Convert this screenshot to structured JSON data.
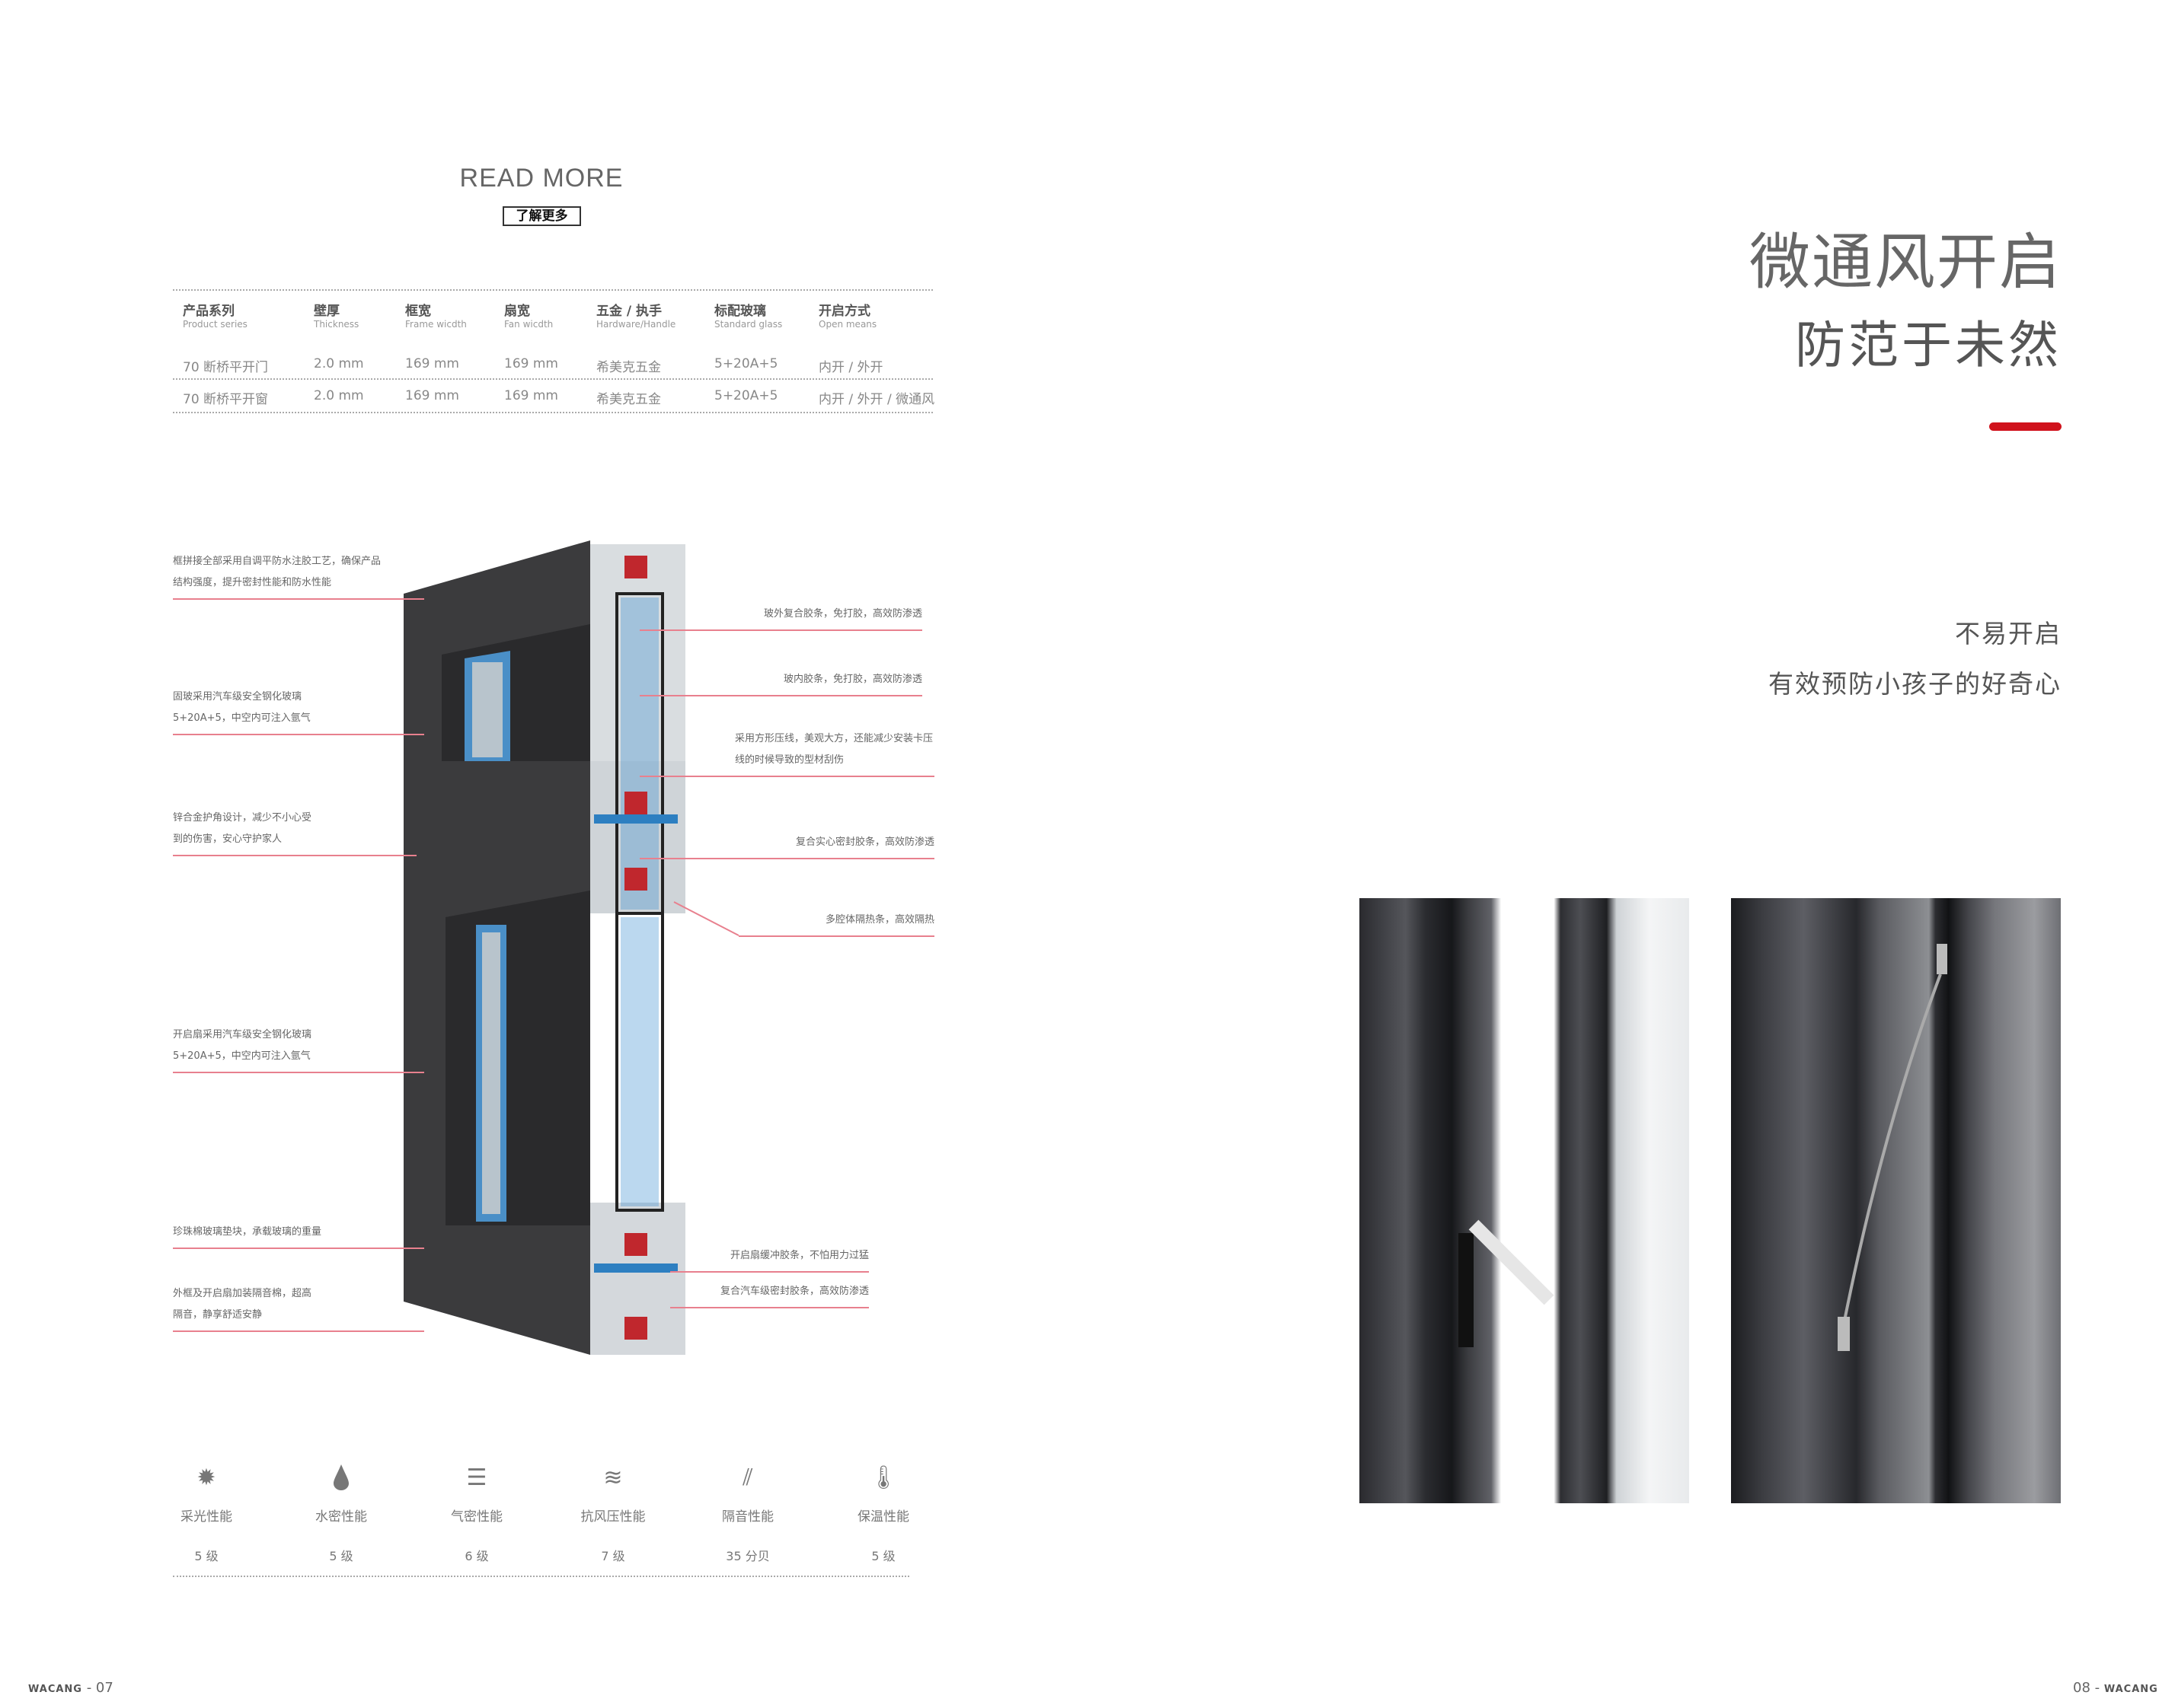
{
  "left_page": {
    "read_more": "READ MORE",
    "learn_more_button": "了解更多",
    "spec_table": {
      "headers": [
        {
          "cn": "产品系列",
          "en": "Product series"
        },
        {
          "cn": "壁厚",
          "en": "Thickness"
        },
        {
          "cn": "框宽",
          "en": "Frame wicdth"
        },
        {
          "cn": "扇宽",
          "en": "Fan wicdth"
        },
        {
          "cn": "五金 / 执手",
          "en": "Hardware/Handle"
        },
        {
          "cn": "标配玻璃",
          "en": "Standard glass"
        },
        {
          "cn": "开启方式",
          "en": "Open means"
        }
      ],
      "rows": [
        [
          "70 断桥平开门",
          "2.0 mm",
          "169 mm",
          "169 mm",
          "希美克五金",
          "5+20A+5",
          "内开 / 外开"
        ],
        [
          "70 断桥平开窗",
          "2.0 mm",
          "169 mm",
          "169 mm",
          "希美克五金",
          "5+20A+5",
          "内开 / 外开 / 微通风"
        ]
      ]
    },
    "annotations_left": [
      {
        "l1": "框拼接全部采用自调平防水注胶工艺，确保产品",
        "l2": "结构强度，提升密封性能和防水性能"
      },
      {
        "l1": "固玻采用汽车级安全钢化玻璃",
        "l2": "5+20A+5，中空内可注入氩气"
      },
      {
        "l1": "锌合金护角设计，减少不小心受",
        "l2": "到的伤害，安心守护家人"
      },
      {
        "l1": "开启扇采用汽车级安全钢化玻璃",
        "l2": "5+20A+5，中空内可注入氩气"
      },
      {
        "l1": "珍珠棉玻璃垫块，承载玻璃的重量",
        "l2": ""
      },
      {
        "l1": "外框及开启扇加装隔音棉，超高",
        "l2": "隔音，静享舒适安静"
      }
    ],
    "annotations_right": [
      {
        "l1": "玻外复合胶条，免打胶，高效防渗透",
        "l2": ""
      },
      {
        "l1": "玻内胶条，免打胶，高效防渗透",
        "l2": ""
      },
      {
        "l1": "采用方形压线，美观大方，还能减少安装卡压",
        "l2": "线的时候导致的型材刮伤"
      },
      {
        "l1": "复合实心密封胶条，高效防渗透",
        "l2": ""
      },
      {
        "l1": "多腔体隔热条，高效隔热",
        "l2": ""
      },
      {
        "l1": "开启扇缓冲胶条，不怕用力过猛",
        "l2": ""
      },
      {
        "l1": "复合汽车级密封胶条，高效防渗透",
        "l2": ""
      }
    ],
    "performance": [
      {
        "icon": "sun-icon",
        "label": "采光性能",
        "value": "5 级"
      },
      {
        "icon": "water-drop-icon",
        "label": "水密性能",
        "value": "5 级"
      },
      {
        "icon": "air-lines-icon",
        "label": "气密性能",
        "value": "6 级"
      },
      {
        "icon": "wind-icon",
        "label": "抗风压性能",
        "value": "7 级"
      },
      {
        "icon": "sound-mute-icon",
        "label": "隔音性能",
        "value": "35 分贝"
      },
      {
        "icon": "thermometer-icon",
        "label": "保温性能",
        "value": "5 级"
      }
    ],
    "footer": {
      "brand": "WACANG",
      "page": "- 07"
    }
  },
  "right_page": {
    "title_1": "微通风开启",
    "title_2": "防范于未然",
    "subtitle_1": "不易开启",
    "subtitle_2": "有效预防小孩子的好奇心",
    "footer": {
      "page": "08 -",
      "brand": "WACANG"
    }
  },
  "colors": {
    "accent": "#d0121c",
    "leader_line": "#e8808e",
    "text": "#666666"
  }
}
